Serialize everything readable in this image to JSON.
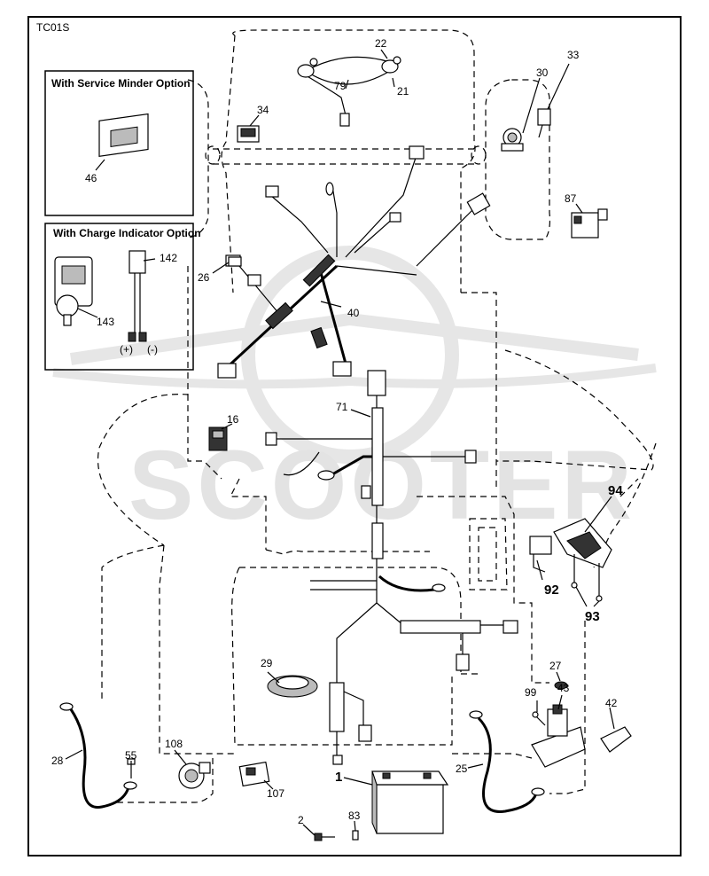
{
  "diagram": {
    "code": "TC01S",
    "boxes": {
      "service_minder": "With Service Minder Option",
      "charge_indicator": "With Charge Indicator Option"
    },
    "watermark": "SCOOTER",
    "polarity": {
      "plus": "(+)",
      "minus": "(-)"
    },
    "callouts": {
      "c22": "22",
      "c79": "79",
      "c21": "21",
      "c34": "34",
      "c30": "30",
      "c33": "33",
      "c87": "87",
      "c46": "46",
      "c142": "142",
      "c143": "143",
      "c26": "26",
      "c40": "40",
      "c71": "71",
      "c16": "16",
      "c94": "94",
      "c92": "92",
      "c93": "93",
      "c29": "29",
      "c27": "27",
      "c43": "43",
      "c42": "42",
      "c99": "99",
      "c28": "28",
      "c108": "108",
      "c55": "55",
      "c107": "107",
      "c1": "1",
      "c25": "25",
      "c2": "2",
      "c83": "83"
    }
  }
}
